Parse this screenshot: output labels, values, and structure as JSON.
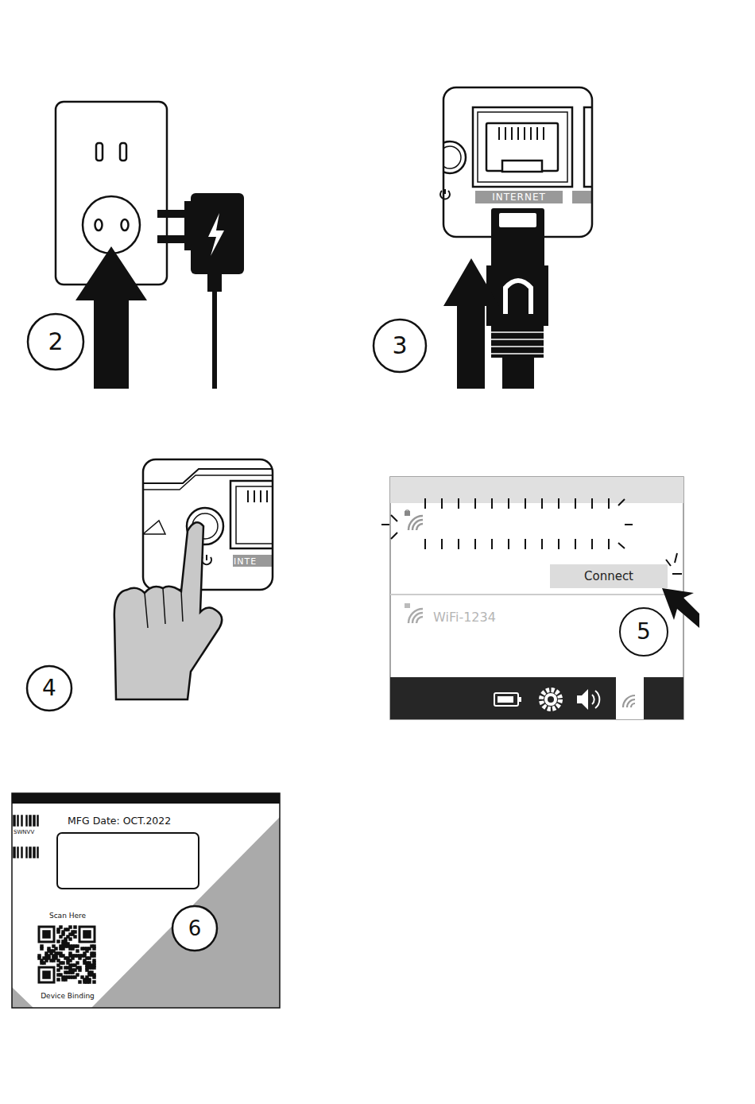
{
  "diagram": {
    "nodes": [
      {
        "text": [
          "Connect"
        ]
      }
    ],
    "labels": [
      "2",
      "3",
      "INTERNET",
      "4",
      "INTE",
      "5",
      "WiFi-1234",
      "6",
      "MFG Date: OCT.2022",
      "SWNVV",
      "Scan Here",
      "Device Binding"
    ]
  }
}
